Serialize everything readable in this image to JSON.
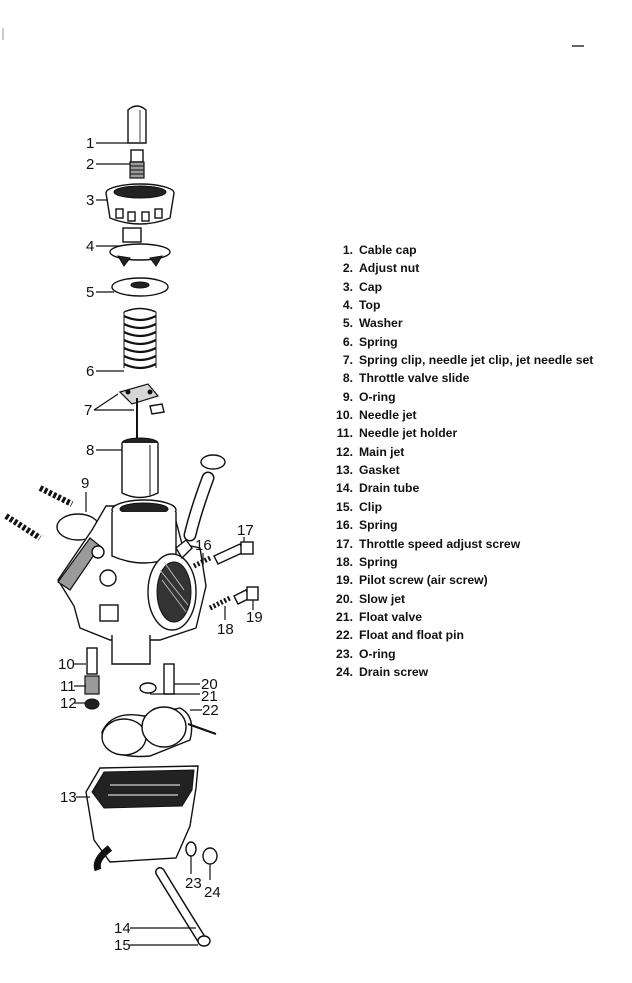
{
  "legend": [
    {
      "num": "1.",
      "name": "Cable cap"
    },
    {
      "num": "2.",
      "name": "Adjust nut"
    },
    {
      "num": "3.",
      "name": "Cap"
    },
    {
      "num": "4.",
      "name": "Top"
    },
    {
      "num": "5.",
      "name": "Washer"
    },
    {
      "num": "6.",
      "name": "Spring"
    },
    {
      "num": "7.",
      "name": "Spring clip, needle jet clip, jet needle set"
    },
    {
      "num": "8.",
      "name": "Throttle valve slide"
    },
    {
      "num": "9.",
      "name": "O-ring"
    },
    {
      "num": "10.",
      "name": "Needle jet"
    },
    {
      "num": "11.",
      "name": "Needle jet holder"
    },
    {
      "num": "12.",
      "name": "Main jet"
    },
    {
      "num": "13.",
      "name": "Gasket"
    },
    {
      "num": "14.",
      "name": "Drain tube"
    },
    {
      "num": "15.",
      "name": "Clip"
    },
    {
      "num": "16.",
      "name": "Spring"
    },
    {
      "num": "17.",
      "name": "Throttle speed adjust screw"
    },
    {
      "num": "18.",
      "name": "Spring"
    },
    {
      "num": "19.",
      "name": "Pilot screw (air screw)"
    },
    {
      "num": "20.",
      "name": "Slow jet"
    },
    {
      "num": "21.",
      "name": "Float valve"
    },
    {
      "num": "22.",
      "name": "Float and float pin"
    },
    {
      "num": "23.",
      "name": "O-ring"
    },
    {
      "num": "24.",
      "name": "Drain screw"
    }
  ],
  "callouts": [
    "1",
    "2",
    "3",
    "4",
    "5",
    "6",
    "7",
    "8",
    "9",
    "10",
    "11",
    "12",
    "13",
    "14",
    "15",
    "16",
    "17",
    "18",
    "19",
    "20",
    "21",
    "22",
    "23",
    "24"
  ]
}
